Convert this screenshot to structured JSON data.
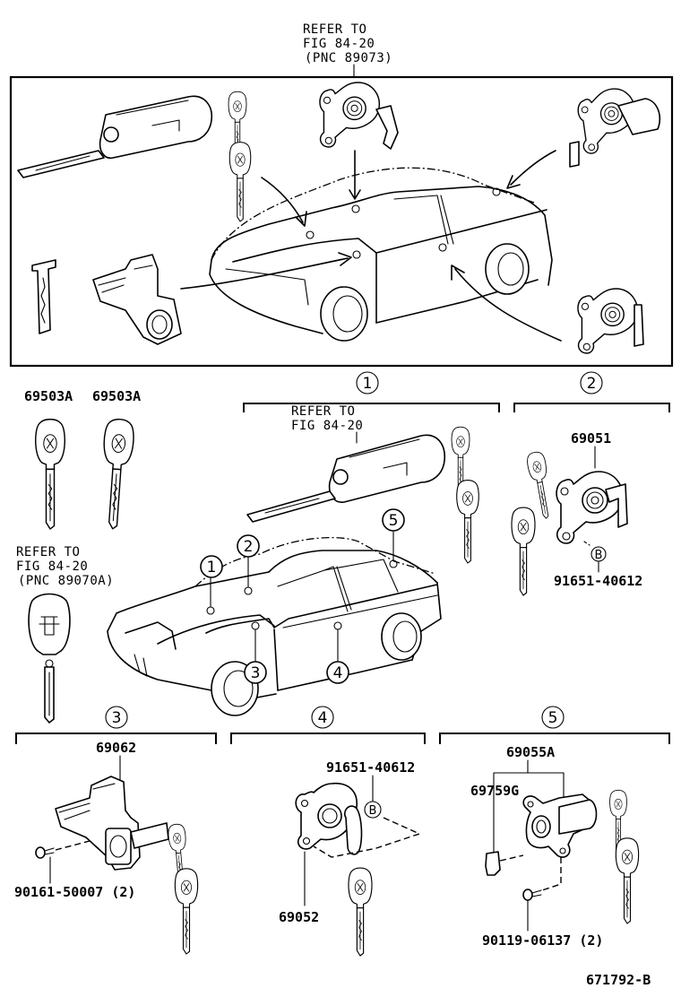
{
  "overview": {
    "refer_line1": "REFER TO",
    "refer_line2": "FIG 84-20",
    "refer_line3": "(PNC 89073)"
  },
  "keys_left": {
    "key1_part": "69503A",
    "key2_part": "69503A",
    "refer_line1": "REFER TO",
    "refer_line2": "FIG 84-20",
    "refer_line3": "(PNC 89070A)"
  },
  "car_callouts": [
    "1",
    "2",
    "3",
    "4",
    "5"
  ],
  "groups": [
    {
      "id": "1",
      "refer_line1": "REFER TO",
      "refer_line2": "FIG 84-20"
    },
    {
      "id": "2",
      "part_main": "69051",
      "screw_callout": "B",
      "screw_part": "91651-40612"
    },
    {
      "id": "3",
      "part_main": "69062",
      "screw_part": "90161-50007 (2)"
    },
    {
      "id": "4",
      "screw_part": "91651-40612",
      "screw_callout": "B",
      "part_main": "69052"
    },
    {
      "id": "5",
      "part_main": "69055A",
      "part_sub": "69759G",
      "screw_part": "90119-06137 (2)"
    }
  ],
  "figure_id": "671792-B"
}
